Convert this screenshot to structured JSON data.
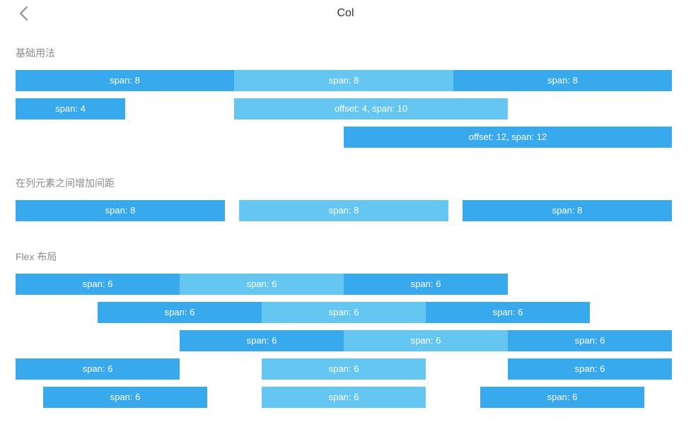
{
  "nav": {
    "title": "Col",
    "back_icon": "chevron-left-icon"
  },
  "sections": {
    "basic": {
      "title": "基础用法",
      "rows": [
        [
          "span: 8",
          "span: 8",
          "span: 8"
        ],
        [
          "span: 4",
          "offset: 4, span: 10"
        ],
        [
          "offset: 12, span: 12"
        ]
      ]
    },
    "gutter": {
      "title": "在列元素之间增加间距",
      "rows": [
        [
          "span: 8",
          "span: 8",
          "span: 8"
        ]
      ]
    },
    "flex": {
      "title": "Flex 布局",
      "rows": [
        [
          "span: 6",
          "span: 6",
          "span: 6"
        ],
        [
          "span: 6",
          "span: 6",
          "span: 6"
        ],
        [
          "span: 6",
          "span: 6",
          "span: 6"
        ],
        [
          "span: 6",
          "span: 6",
          "span: 6"
        ],
        [
          "span: 6",
          "span: 6",
          "span: 6"
        ]
      ]
    }
  },
  "colors": {
    "dark": "#39a9ed",
    "light": "#66c6f2",
    "title_text": "#333333",
    "section_text": "#8a8a8a"
  }
}
